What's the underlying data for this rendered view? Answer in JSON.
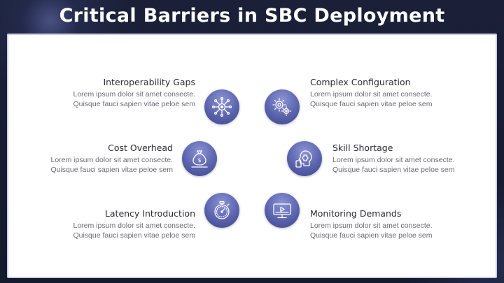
{
  "slide": {
    "title": "Critical Barriers in SBC Deployment"
  },
  "items": [
    {
      "heading": "Interoperability Gaps",
      "line1": "Lorem ipsum dolor sit amet consecte.",
      "line2": "Quisque fauci sapien vitae peloe sem",
      "icon": "network-hub-icon"
    },
    {
      "heading": "Complex Configuration",
      "line1": "Lorem ipsum dolor sit amet consecte.",
      "line2": "Quisque fauci sapien vitae peloe sem",
      "icon": "gears-icon"
    },
    {
      "heading": "Cost Overhead",
      "line1": "Lorem ipsum dolor sit amet consecte.",
      "line2": "Quisque fauci sapien vitae peloe sem",
      "icon": "money-bag-icon"
    },
    {
      "heading": "Skill Shortage",
      "line1": "Lorem ipsum dolor sit amet consecte.",
      "line2": "Quisque fauci sapien vitae peloe sem",
      "icon": "puzzle-head-icon"
    },
    {
      "heading": "Latency Introduction",
      "line1": "Lorem ipsum dolor sit amet consecte.",
      "line2": "Quisque fauci sapien vitae peloe sem",
      "icon": "stopwatch-icon"
    },
    {
      "heading": "Monitoring Demands",
      "line1": "Lorem ipsum dolor sit amet consecte.",
      "line2": "Quisque fauci sapien vitae peloe sem",
      "icon": "monitor-play-icon"
    }
  ],
  "colors": {
    "background": "#161a2e",
    "panel": "#ffffff",
    "accent": "#5a63ac"
  }
}
